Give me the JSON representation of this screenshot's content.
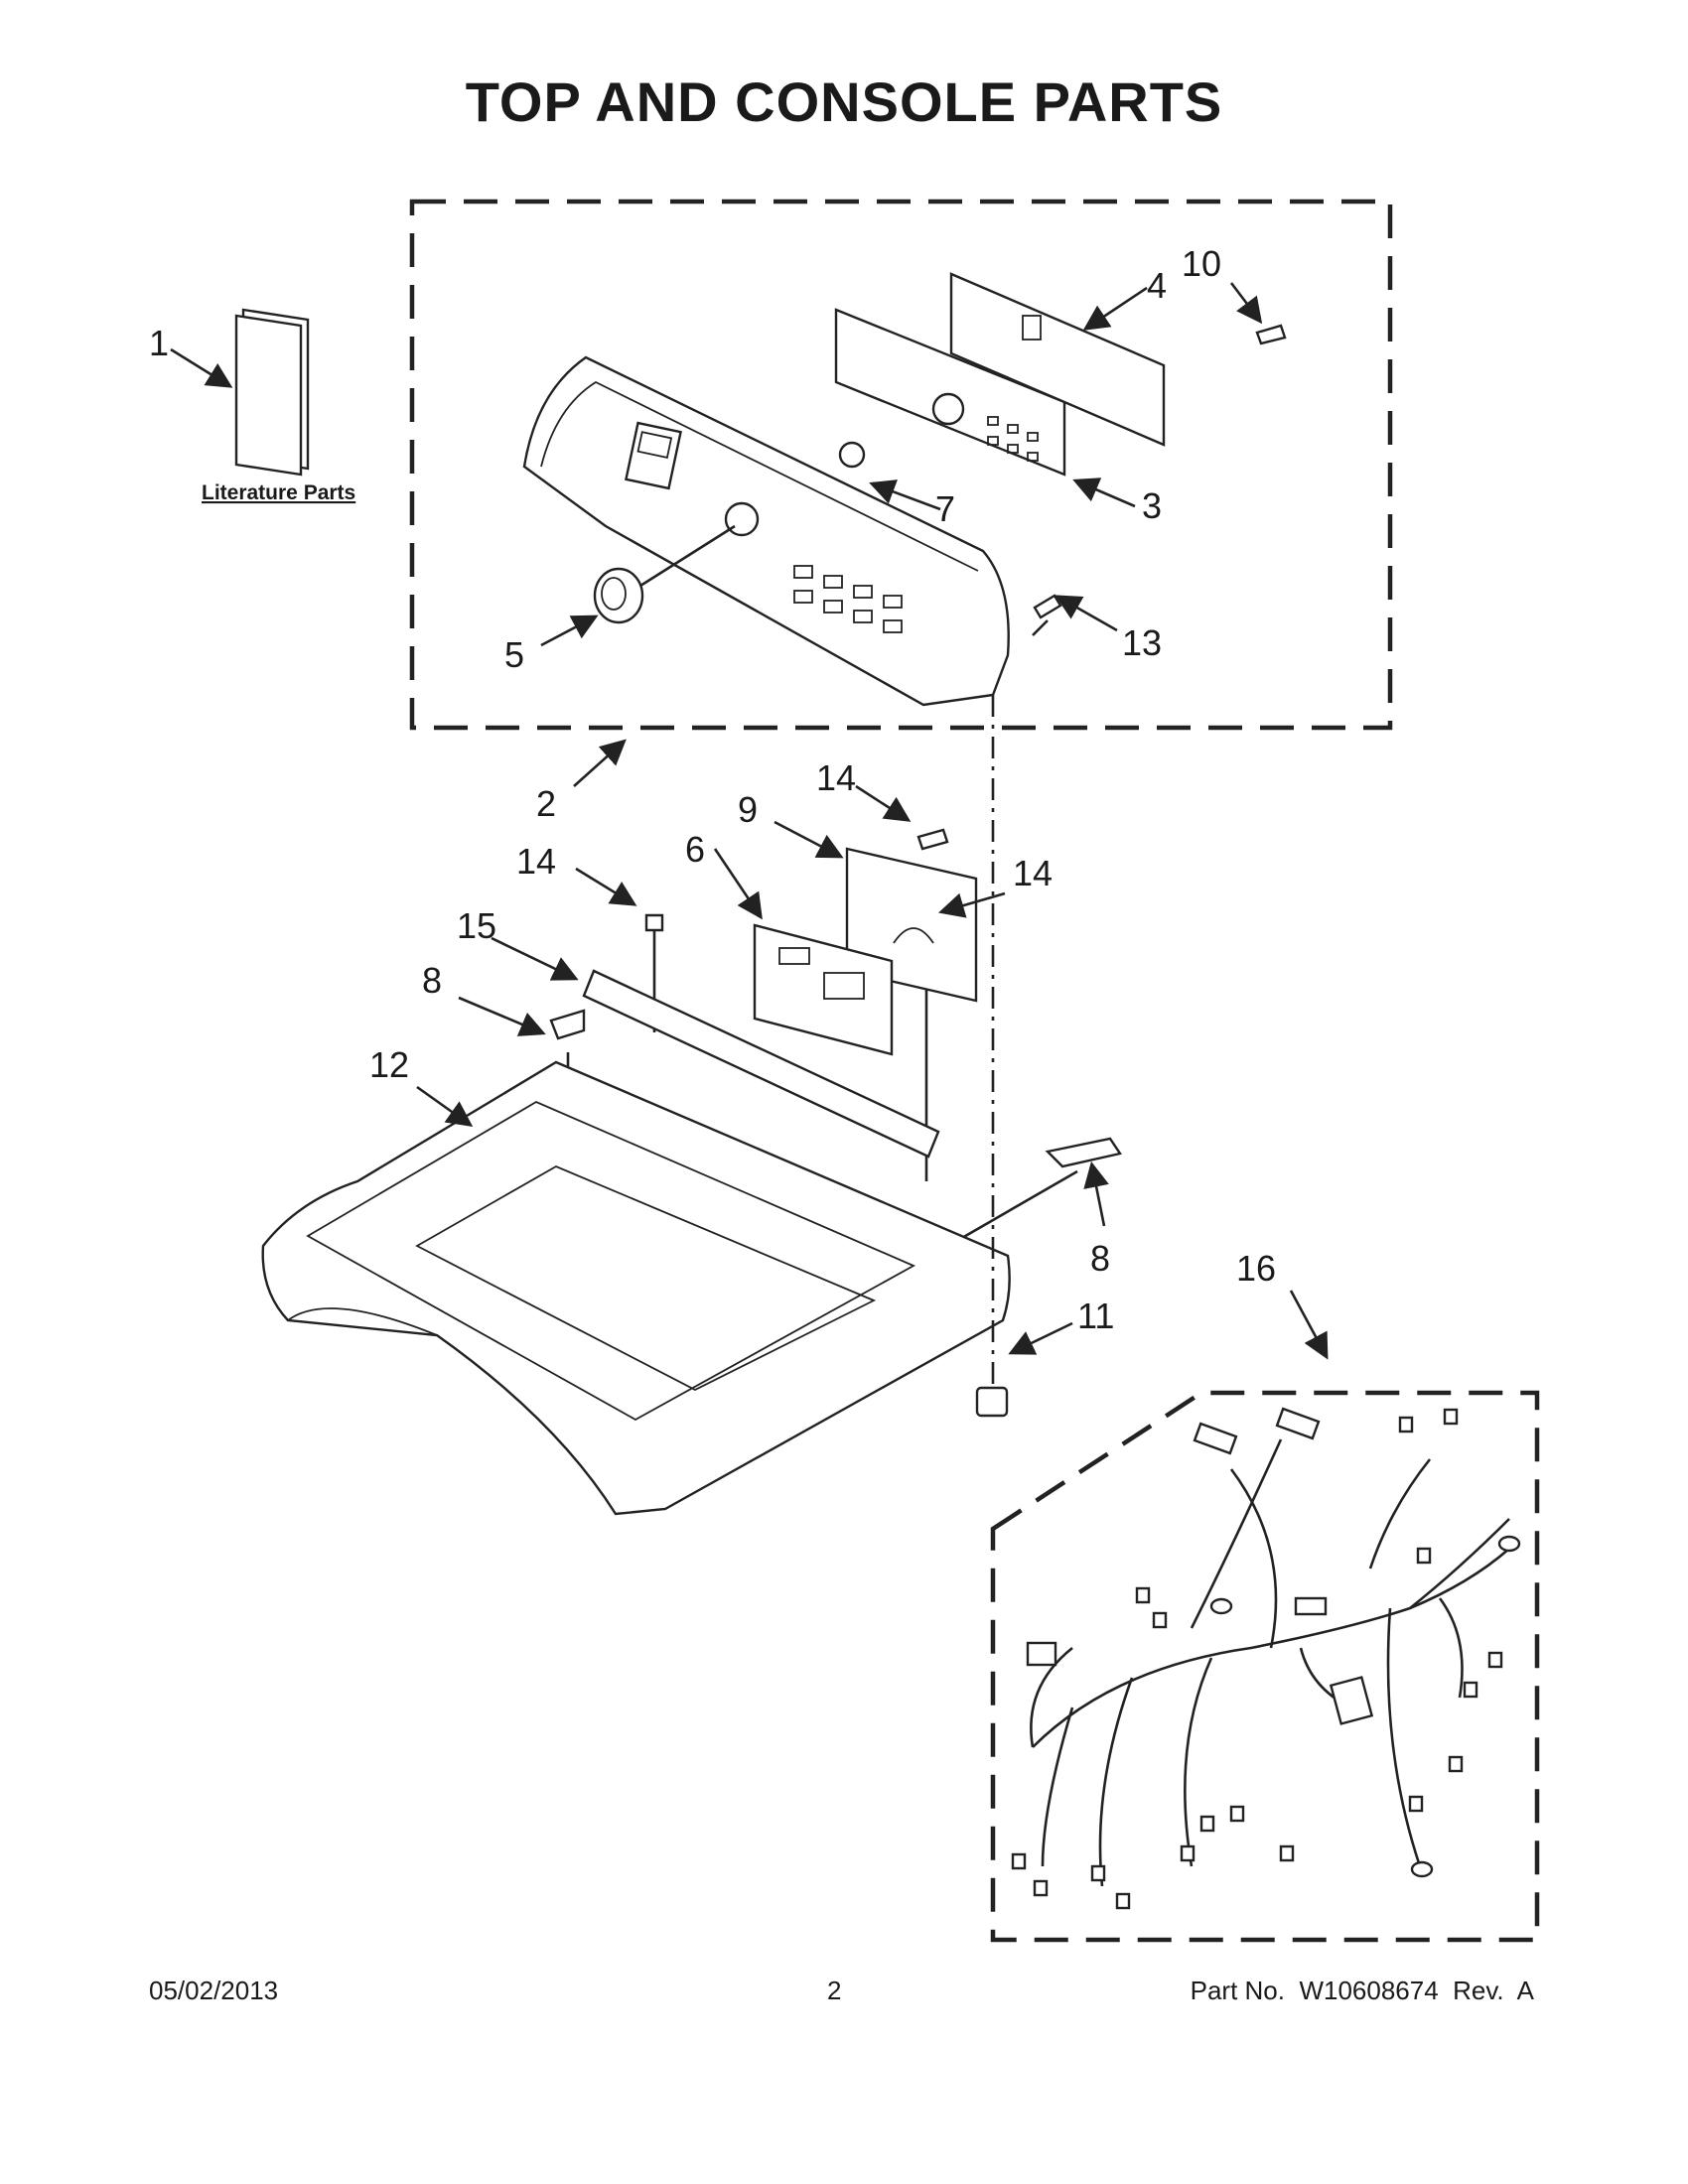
{
  "title": "TOP AND CONSOLE PARTS",
  "literature_label": "Literature Parts",
  "callouts": [
    "1",
    "2",
    "3",
    "4",
    "5",
    "6",
    "7",
    "8",
    "8",
    "9",
    "10",
    "11",
    "12",
    "13",
    "14",
    "14",
    "14",
    "15",
    "16"
  ],
  "footer": {
    "date": "05/02/2013",
    "page": "2",
    "part_number": "Part No.  W10608674  Rev.  A"
  },
  "colors": {
    "ink": "#1a1a1a",
    "paper": "#ffffff"
  }
}
